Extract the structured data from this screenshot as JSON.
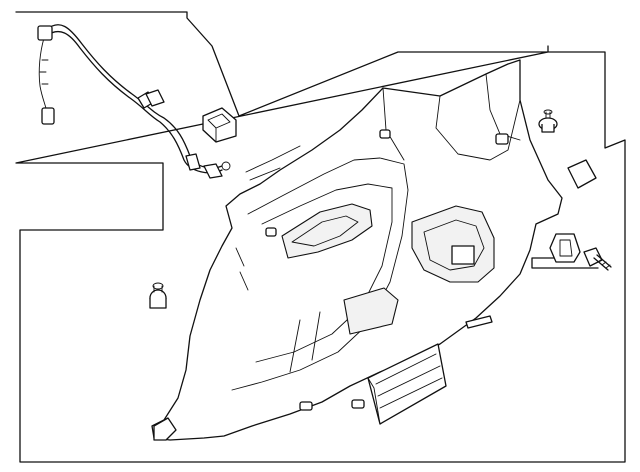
{
  "diagram": {
    "kind": "exploded-parts-view",
    "subject": "rear-quarter-trim-panel",
    "colors": {
      "line": "#111111",
      "background": "#ffffff",
      "fill": "#ffffff",
      "shade": "#f2f2f2"
    },
    "parts": [
      {
        "name": "wiring-harness",
        "icon": "harness-icon"
      },
      {
        "name": "connector-bracket",
        "icon": "bracket-icon"
      },
      {
        "name": "quarter-trim-panel",
        "icon": "panel-icon"
      },
      {
        "name": "push-clip-right",
        "icon": "clip-icon"
      },
      {
        "name": "access-cover",
        "icon": "cover-icon"
      },
      {
        "name": "hook-retainer",
        "icon": "retainer-icon"
      },
      {
        "name": "bolt",
        "icon": "bolt-icon"
      },
      {
        "name": "push-clip-left",
        "icon": "clip-icon"
      },
      {
        "name": "rear-lower-cover",
        "icon": "cover-icon"
      }
    ]
  }
}
